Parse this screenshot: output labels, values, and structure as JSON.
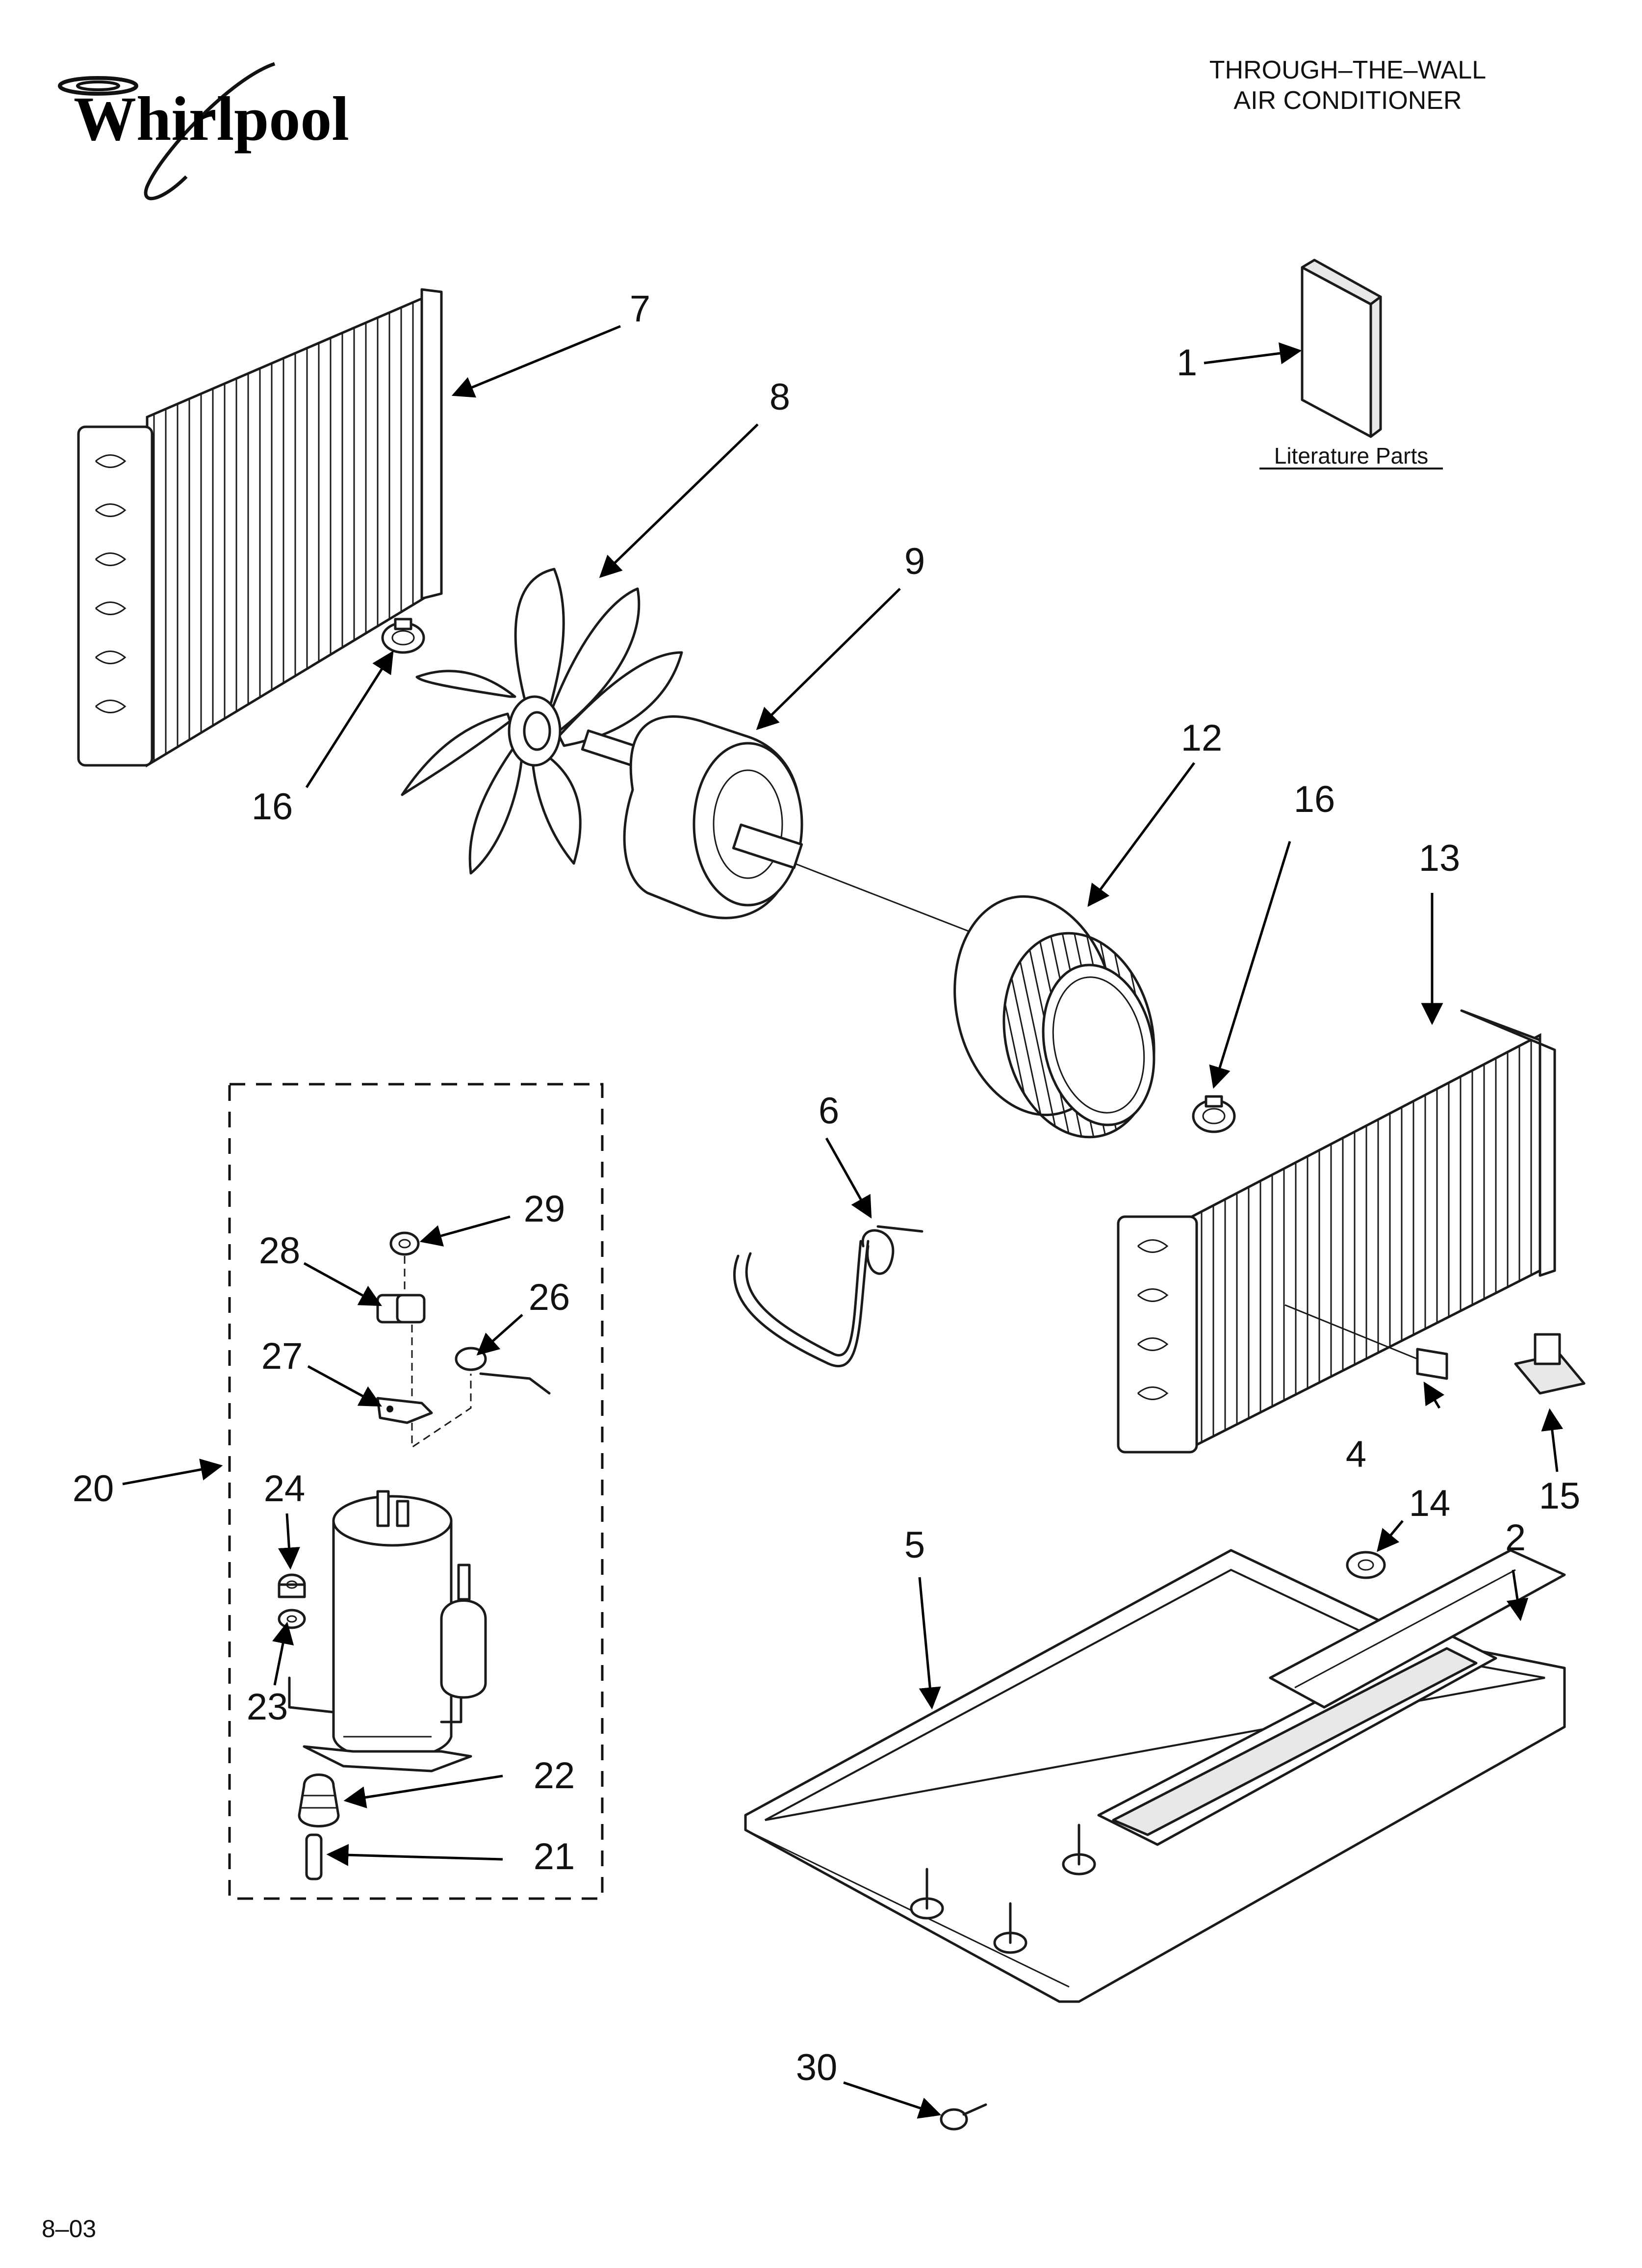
{
  "brand": {
    "name": "Whirlpool"
  },
  "header": {
    "line1": "THROUGH–THE–WALL",
    "line2": "AIR CONDITIONER"
  },
  "literature": {
    "label": "Literature Parts"
  },
  "footer": {
    "code": "8–03"
  },
  "callouts": {
    "p1": "1",
    "p2": "2",
    "p4": "4",
    "p5": "5",
    "p6": "6",
    "p7": "7",
    "p8": "8",
    "p9": "9",
    "p12": "12",
    "p13": "13",
    "p14": "14",
    "p15": "15",
    "p16a": "16",
    "p16b": "16",
    "p20": "20",
    "p21": "21",
    "p22": "22",
    "p23": "23",
    "p24": "24",
    "p26": "26",
    "p27": "27",
    "p28": "28",
    "p29": "29",
    "p30": "30"
  }
}
